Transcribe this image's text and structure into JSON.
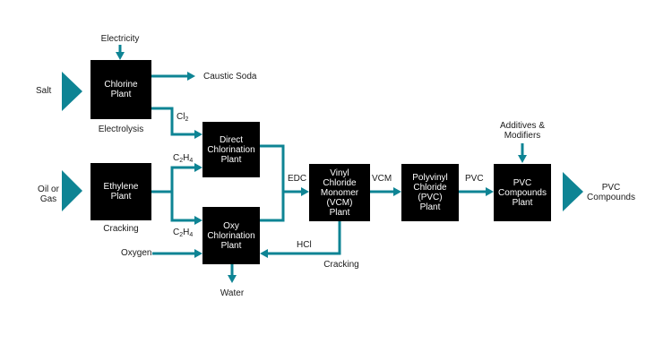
{
  "colors": {
    "arrow": "#0e8494",
    "box": "#000000",
    "text": "#1a1a1a"
  },
  "boxes": {
    "chlorine": [
      "Chlorine",
      "Plant"
    ],
    "ethylene": [
      "Ethylene",
      "Plant"
    ],
    "direct": [
      "Direct",
      "Chlorination",
      "Plant"
    ],
    "oxy": [
      "Oxy",
      "Chlorination",
      "Plant"
    ],
    "vcm": [
      "Vinyl",
      "Chloride",
      "Monomer",
      "(VCM)",
      "Plant"
    ],
    "pvc_plant": [
      "Polyvinyl",
      "Chloride",
      "(PVC)",
      "Plant"
    ],
    "compounds": [
      "PVC",
      "Compounds",
      "Plant"
    ]
  },
  "inputs": {
    "salt": "Salt",
    "oil_gas": [
      "Oil or",
      "Gas"
    ],
    "electricity": "Electricity",
    "oxygen": "Oxygen",
    "additives": [
      "Additives &",
      "Modifiers"
    ]
  },
  "outputs": {
    "caustic_soda": "Caustic Soda",
    "water": "Water",
    "pvc_compounds": [
      "PVC",
      "Compounds"
    ]
  },
  "process_labels": {
    "electrolysis": "Electrolysis",
    "cracking_ethylene": "Cracking",
    "cracking_vcm": "Cracking"
  },
  "streams": {
    "cl2": {
      "base": "Cl",
      "sub": "2"
    },
    "c2h4_top": {
      "c": "C",
      "n1": "2",
      "h": "H",
      "n2": "4"
    },
    "c2h4_bottom": {
      "c": "C",
      "n1": "2",
      "h": "H",
      "n2": "4"
    },
    "edc": "EDC",
    "hcl": "HCl",
    "vcm": "VCM",
    "pvc": "PVC"
  }
}
